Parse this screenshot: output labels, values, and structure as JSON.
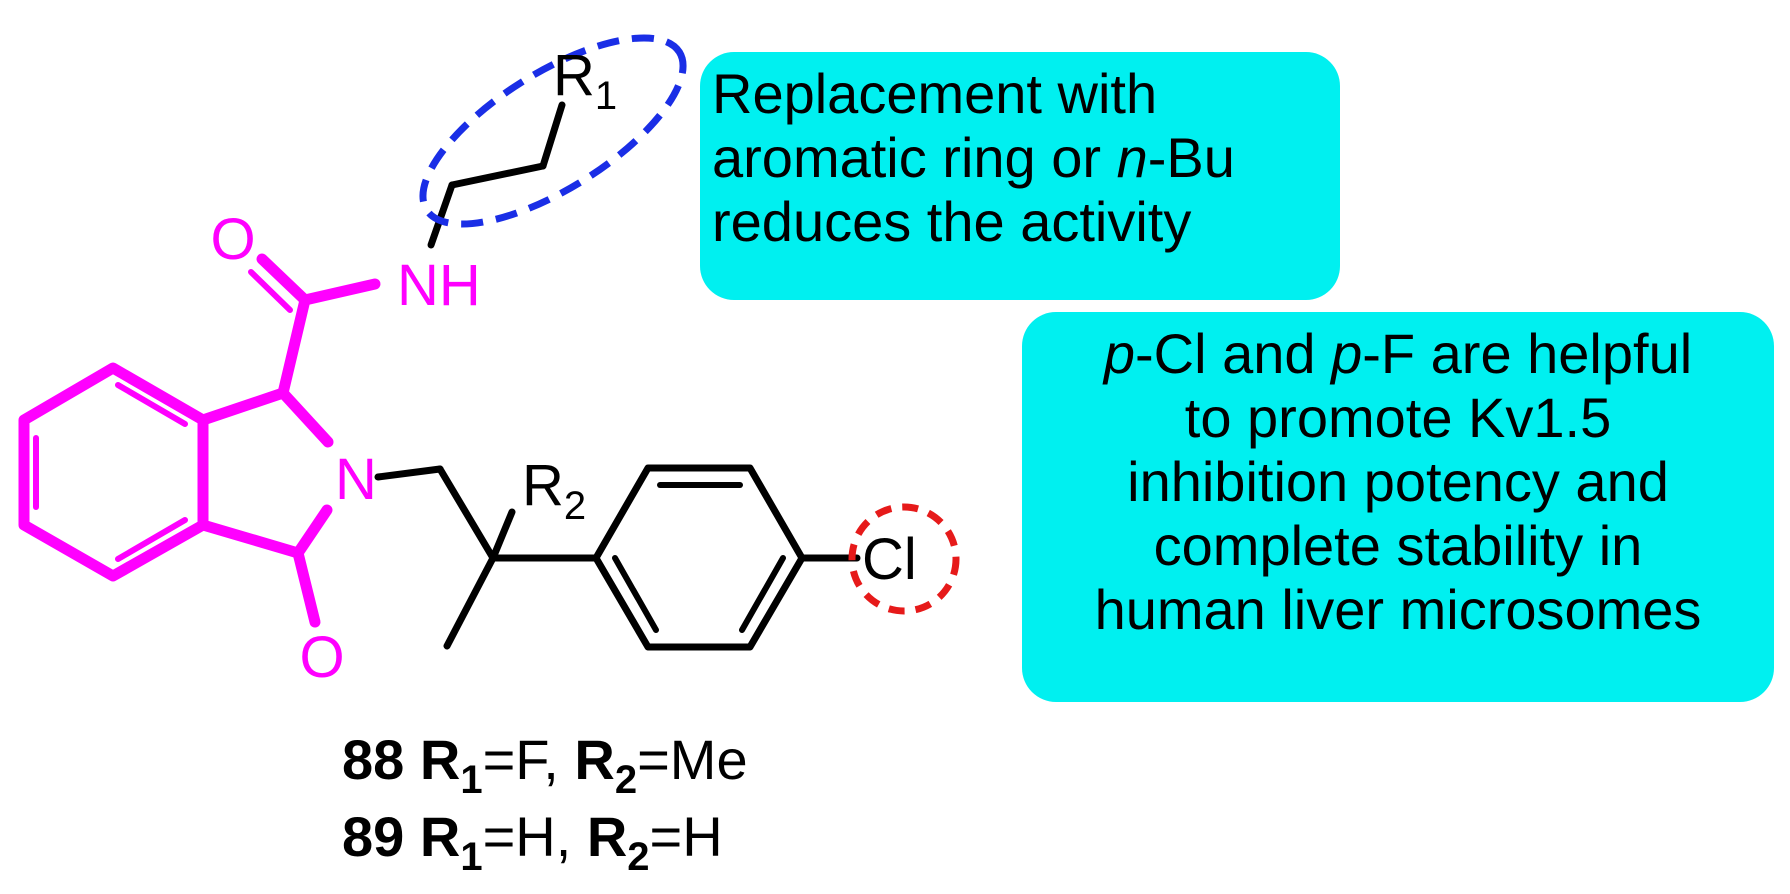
{
  "colors": {
    "highlight": "#ff00ff",
    "skeleton": "#000000",
    "r1_circle": "#1a2ee6",
    "cl_circle": "#e61a1a",
    "box": "#00f0f0"
  },
  "atoms": {
    "oxygen_top": "O",
    "nh": "NH",
    "n_ring": "N",
    "oxygen_bottom": "O",
    "r1": "R",
    "r1_sub": "1",
    "r2": "R",
    "r2_sub": "2",
    "cl": "Cl"
  },
  "compounds": [
    {
      "id": "88",
      "r1_label": "R",
      "r1_sub": "1",
      "r1_value": "=F,",
      "r2_label": "R",
      "r2_sub": "2",
      "r2_value": "=Me"
    },
    {
      "id": "89",
      "r1_label": "R",
      "r1_sub": "1",
      "r1_value": "=H,",
      "r2_label": "R",
      "r2_sub": "2",
      "r2_value": "=H"
    }
  ],
  "notes": {
    "r1_effect": {
      "line1": "Replacement with",
      "line2_a": "aromatic ring or ",
      "line2_italic": "n",
      "line2_b": "-Bu",
      "line3": "reduces the activity"
    },
    "cl_effect": {
      "line1_i1": "p",
      "line1_a": "-Cl and ",
      "line1_i2": "p",
      "line1_b": "-F are helpful",
      "line2": "to promote Kv1.5",
      "line3": "inhibition potency and",
      "line4": "complete stability in",
      "line5": "human liver microsomes"
    }
  }
}
